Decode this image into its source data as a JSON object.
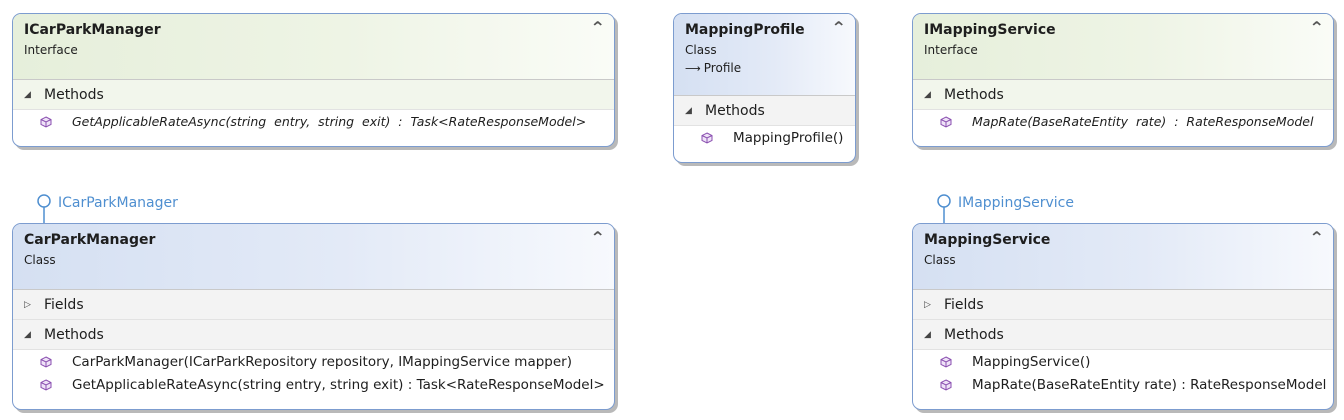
{
  "colors": {
    "border": "#7c9ccf",
    "interface_header": "#e6efdb",
    "class_header": "#d5e0f2",
    "lollipop": "#4f8fd0",
    "method_icon": "#8a4fb0"
  },
  "icons": {
    "collapse": "double-chevron-up-icon",
    "expanded": "triangle-down-icon",
    "collapsed": "triangle-right-icon",
    "method": "purple-cube-icon",
    "inheritance": "inheritance-arrow-icon"
  },
  "shapes": {
    "icarparkmanager": {
      "title": "ICarParkManager",
      "stereotype": "Interface",
      "methods_label": "Methods",
      "methods": [
        "GetApplicableRateAsync(string  entry,  string  exit)  :  Task<RateResponseModel>"
      ]
    },
    "mappingprofile": {
      "title": "MappingProfile",
      "stereotype": "Class",
      "base": "Profile",
      "methods_label": "Methods",
      "methods": [
        "MappingProfile()"
      ]
    },
    "imappingservice": {
      "title": "IMappingService",
      "stereotype": "Interface",
      "methods_label": "Methods",
      "methods": [
        "MapRate(BaseRateEntity  rate)  :  RateResponseModel"
      ]
    },
    "carparkmanager": {
      "title": "CarParkManager",
      "stereotype": "Class",
      "lollipop": "ICarParkManager",
      "fields_label": "Fields",
      "methods_label": "Methods",
      "methods": [
        "CarParkManager(ICarParkRepository repository, IMappingService mapper)",
        "GetApplicableRateAsync(string entry, string exit) : Task<RateResponseModel>"
      ]
    },
    "mappingservice": {
      "title": "MappingService",
      "stereotype": "Class",
      "lollipop": "IMappingService",
      "fields_label": "Fields",
      "methods_label": "Methods",
      "methods": [
        "MappingService()",
        "MapRate(BaseRateEntity rate) : RateResponseModel"
      ]
    }
  }
}
